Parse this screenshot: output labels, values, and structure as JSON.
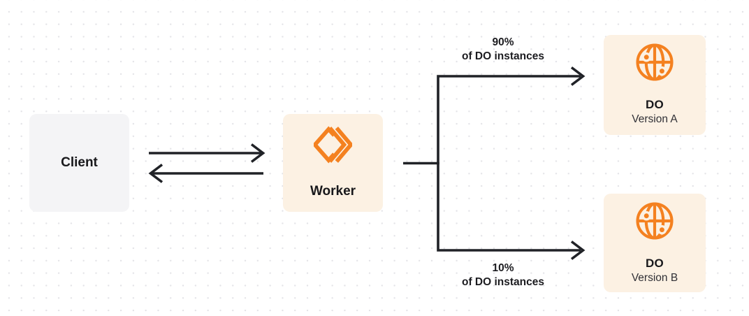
{
  "colors": {
    "orange": "#F48120",
    "card-cream": "#FCF1E3",
    "card-gray": "#F4F4F6",
    "line": "#202227",
    "text": "#18181B",
    "subtext": "#303036",
    "dot": "#E3E3E7"
  },
  "nodes": {
    "client": {
      "label": "Client"
    },
    "worker": {
      "label": "Worker",
      "icon": "cloudflare-workers-icon"
    },
    "do_version_a": {
      "title": "DO",
      "subtitle": "Version A",
      "icon": "durable-object-globe-icon"
    },
    "do_version_b": {
      "title": "DO",
      "subtitle": "Version B",
      "icon": "durable-object-globe-icon"
    }
  },
  "edges": {
    "to_version_a": {
      "percent": "90%",
      "description": "of DO instances"
    },
    "to_version_b": {
      "percent": "10%",
      "description": "of DO instances"
    }
  }
}
